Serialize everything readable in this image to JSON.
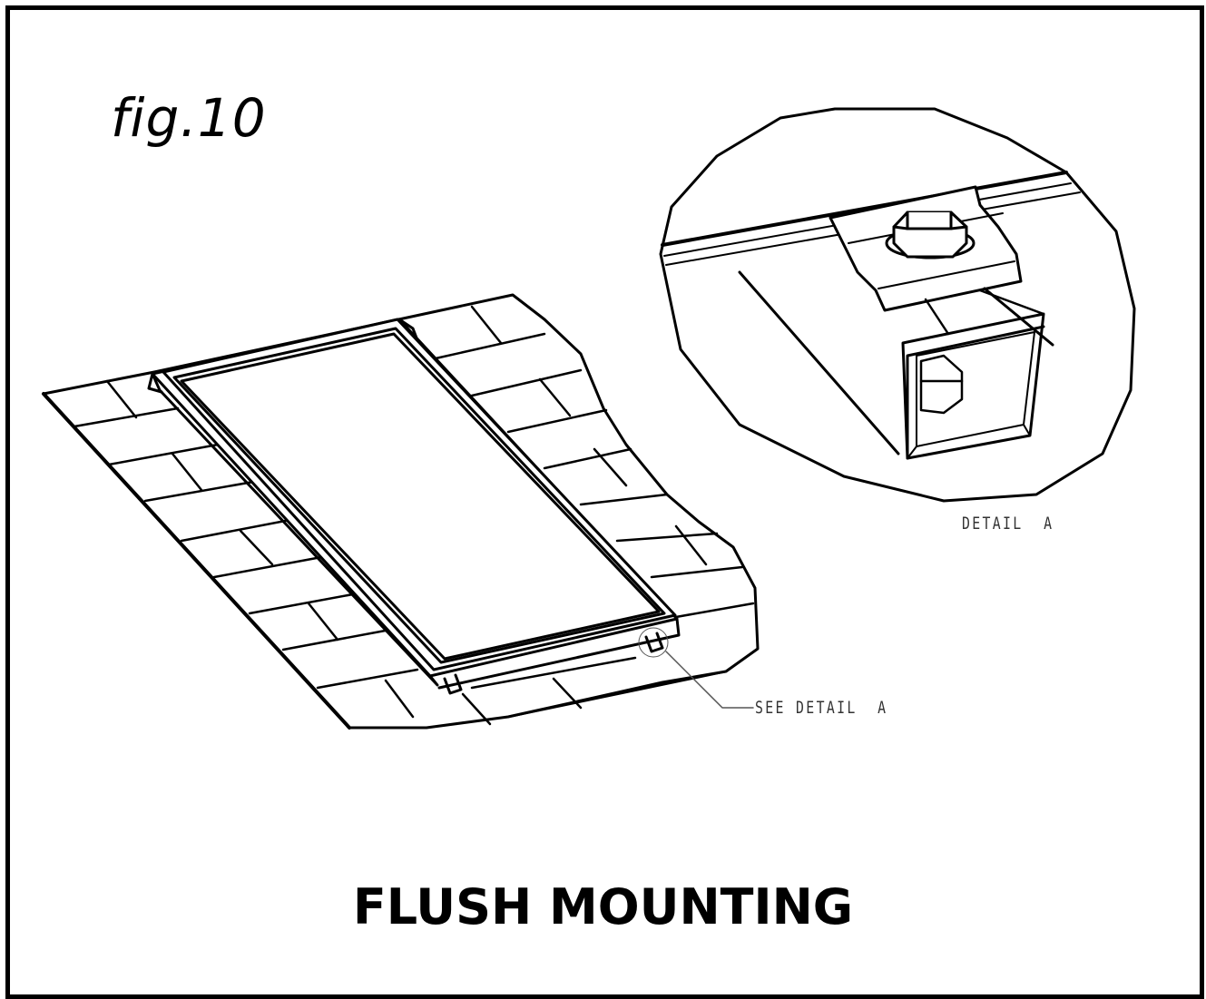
{
  "figure_label": "fig.10",
  "detail_caption": "DETAIL  A",
  "callout_label": "SEE DETAIL  A",
  "title": "FLUSH MOUNTING",
  "colors": {
    "line": "#000000",
    "background": "#ffffff"
  }
}
